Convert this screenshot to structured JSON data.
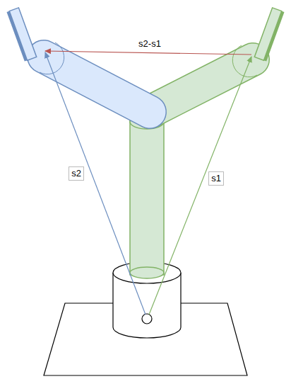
{
  "diagram": {
    "labels": [
      "s2-s1",
      "s2",
      "s1"
    ]
  }
}
